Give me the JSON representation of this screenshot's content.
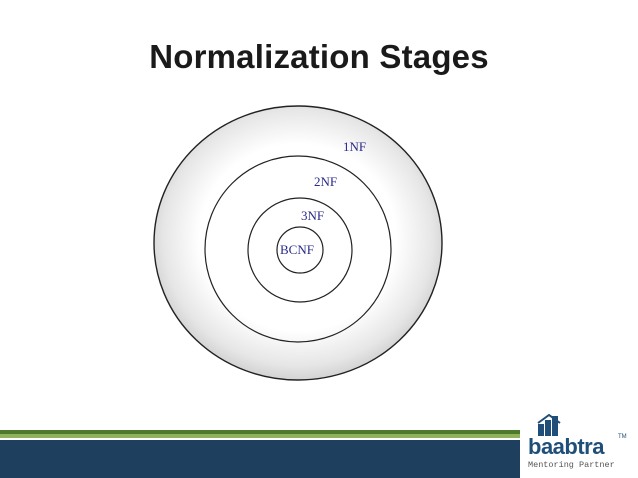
{
  "slide": {
    "title": "Normalization Stages"
  },
  "diagram": {
    "rings": [
      {
        "label": "1NF"
      },
      {
        "label": "2NF"
      },
      {
        "label": "3NF"
      },
      {
        "label": "BCNF"
      }
    ]
  },
  "footer": {
    "logo_text": "baabtra",
    "logo_tm": "TM",
    "logo_tagline": "Mentoring Partner",
    "colors": {
      "bar_green_dark": "#4d7a2a",
      "bar_green_light": "#8fb15a",
      "bar_navy": "#1f3f5f",
      "logo_blue": "#1f4e79"
    }
  }
}
